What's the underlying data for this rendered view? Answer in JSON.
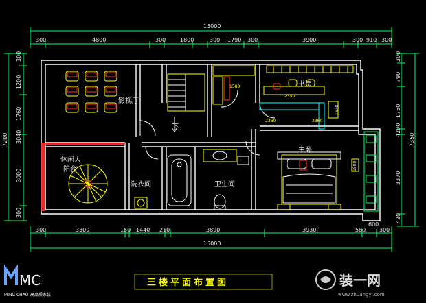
{
  "dims": {
    "top_total": "15000",
    "top": [
      "300",
      "4800",
      "300",
      "1800",
      "300",
      "1790",
      "300",
      "3900",
      "300",
      "910",
      "300"
    ],
    "bottom_total": "15000",
    "bottom": [
      "300",
      "3300",
      "150",
      "1440",
      "210",
      "3890",
      "3930",
      "580",
      "300"
    ],
    "bottom_extra": "600",
    "left_total": "7200",
    "left": [
      "300",
      "1200",
      "1760",
      "3000",
      "300"
    ],
    "left_mid": "3040",
    "right_total": "7350",
    "right": [
      "300",
      "790",
      "1750",
      "4200",
      "3370",
      "420"
    ]
  },
  "rooms": {
    "theater": "影视厅",
    "study": "书房",
    "down": "下",
    "balcony_1": "休闲大",
    "balcony_2": "阳台",
    "laundry": "洗衣间",
    "bath": "卫生间",
    "master": "主卧"
  },
  "furniture_labels": {
    "l1": "1580",
    "l2": "2350",
    "l3": "2360",
    "l4": "1800",
    "l5": "2360",
    "l6": "1630"
  },
  "title": "三楼平面布置图",
  "logo": {
    "mark": "MC",
    "en": "MING CHAO",
    "cn": "高品质家装"
  },
  "watermark": {
    "name": "装一网",
    "url": "www.zhuangyi.com"
  },
  "colors": {
    "dims": "#00ff66",
    "walls": "#ffffff",
    "furniture": "#ffff00",
    "accent": "#ff3333"
  }
}
